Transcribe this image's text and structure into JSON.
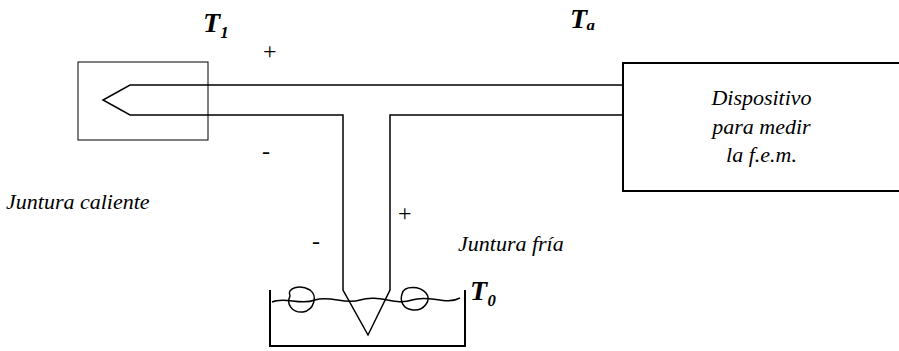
{
  "diagram": {
    "nodes": [
      {
        "text": [
          "Dispositivo para medir la f.e.m."
        ]
      }
    ],
    "labels": [
      "T₁",
      "Tₐ",
      "+",
      "-",
      "Juntura caliente",
      "-",
      "+",
      "Juntura fría",
      "T₀"
    ]
  }
}
